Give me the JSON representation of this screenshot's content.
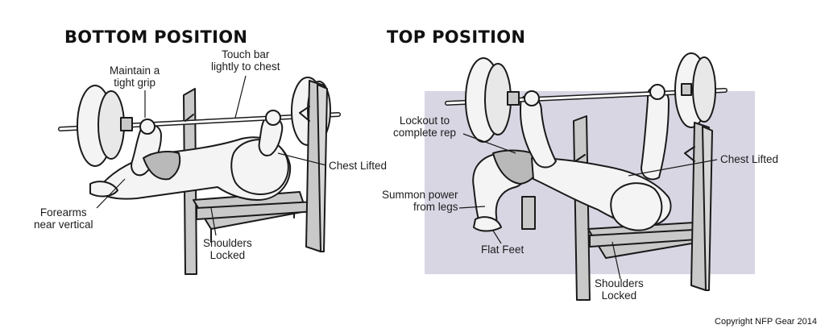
{
  "bottom": {
    "title": "BOTTOM POSITION",
    "labels": {
      "grip": "Maintain a\ntight grip",
      "touch": "Touch bar\nlightly to chest",
      "chest": "Chest Lifted",
      "forearms": "Forearms\nnear vertical",
      "shoulders": "Shoulders\nLocked"
    }
  },
  "top": {
    "title": "TOP POSITION",
    "labels": {
      "lockout": "Lockout to\ncomplete rep",
      "chest": "Chest Lifted",
      "summon": "Summon power\nfrom legs",
      "feet": "Flat Feet",
      "shoulders": "Shoulders\nLocked"
    }
  },
  "copyright": "Copyright NFP Gear 2014",
  "colors": {
    "panel": "#d9d6e4",
    "rack": "#c9c9c9",
    "ink": "#1a1a1a",
    "skin": "#f4f4f4"
  }
}
